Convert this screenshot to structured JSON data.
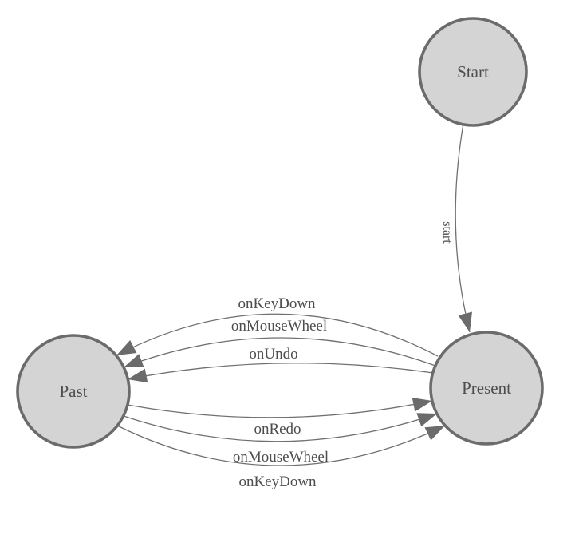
{
  "diagram": {
    "type": "state-diagram",
    "colors": {
      "node_fill": "#d4d4d4",
      "node_border": "#6b6b6b",
      "edge": "#707070",
      "arrow": "#6b6b6b",
      "text": "#4d4d4d"
    },
    "nodes": [
      {
        "id": "start",
        "label": "Start"
      },
      {
        "id": "present",
        "label": "Present"
      },
      {
        "id": "past",
        "label": "Past"
      }
    ],
    "edges": [
      {
        "from": "Start",
        "to": "Present",
        "label": "start"
      },
      {
        "from": "Present",
        "to": "Past",
        "label": "onKeyDown"
      },
      {
        "from": "Present",
        "to": "Past",
        "label": "onMouseWheel"
      },
      {
        "from": "Present",
        "to": "Past",
        "label": "onUndo"
      },
      {
        "from": "Past",
        "to": "Present",
        "label": "onRedo"
      },
      {
        "from": "Past",
        "to": "Present",
        "label": "onMouseWheel"
      },
      {
        "from": "Past",
        "to": "Present",
        "label": "onKeyDown"
      }
    ]
  }
}
